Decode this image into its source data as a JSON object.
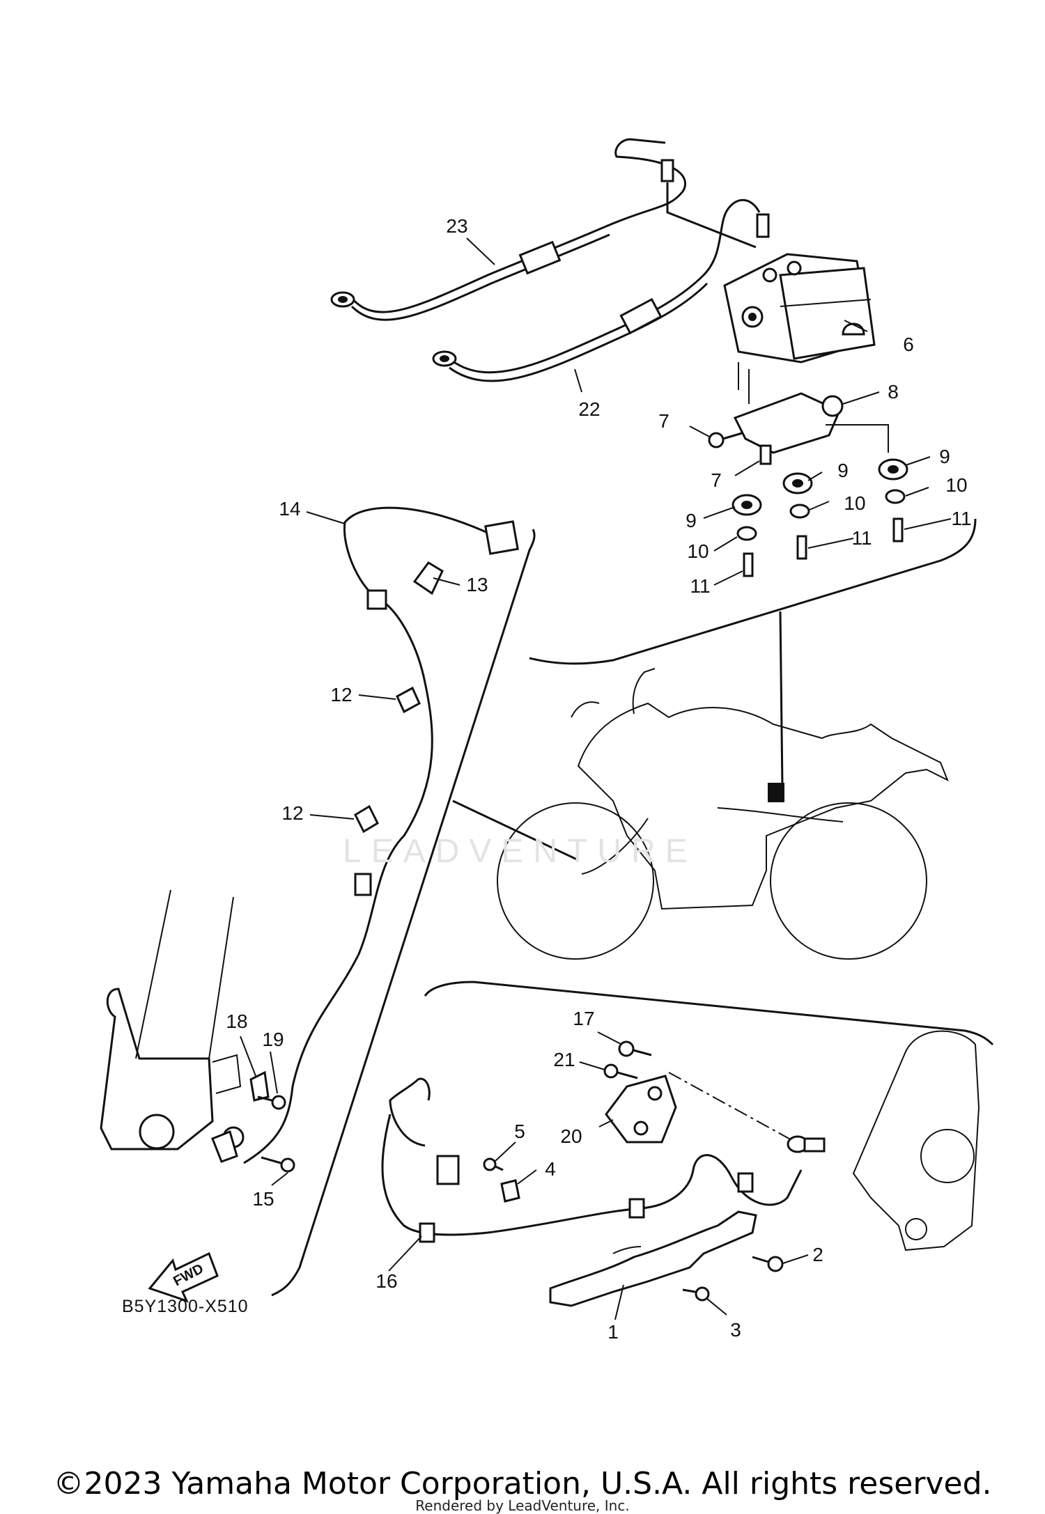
{
  "diagram": {
    "callouts": [
      {
        "id": "c23",
        "text": "23"
      },
      {
        "id": "c22",
        "text": "22"
      },
      {
        "id": "c6",
        "text": "6"
      },
      {
        "id": "c8",
        "text": "8"
      },
      {
        "id": "c7a",
        "text": "7"
      },
      {
        "id": "c7b",
        "text": "7"
      },
      {
        "id": "c9a",
        "text": "9"
      },
      {
        "id": "c9b",
        "text": "9"
      },
      {
        "id": "c9c",
        "text": "9"
      },
      {
        "id": "c10a",
        "text": "10"
      },
      {
        "id": "c10b",
        "text": "10"
      },
      {
        "id": "c10c",
        "text": "10"
      },
      {
        "id": "c11a",
        "text": "11"
      },
      {
        "id": "c11b",
        "text": "11"
      },
      {
        "id": "c11c",
        "text": "11"
      },
      {
        "id": "c14",
        "text": "14"
      },
      {
        "id": "c13",
        "text": "13"
      },
      {
        "id": "c12a",
        "text": "12"
      },
      {
        "id": "c12b",
        "text": "12"
      },
      {
        "id": "c18",
        "text": "18"
      },
      {
        "id": "c19",
        "text": "19"
      },
      {
        "id": "c15",
        "text": "15"
      },
      {
        "id": "c17",
        "text": "17"
      },
      {
        "id": "c21",
        "text": "21"
      },
      {
        "id": "c20",
        "text": "20"
      },
      {
        "id": "c5",
        "text": "5"
      },
      {
        "id": "c4",
        "text": "4"
      },
      {
        "id": "c16",
        "text": "16"
      },
      {
        "id": "c2",
        "text": "2"
      },
      {
        "id": "c1",
        "text": "1"
      },
      {
        "id": "c3",
        "text": "3"
      }
    ],
    "fwd_label": "FWD",
    "diagram_code": "B5Y1300-X510",
    "watermark": "LEADVENTURE",
    "copyright": "©2023 Yamaha Motor Corporation, U.S.A. All rights reserved.",
    "rendered_by": "Rendered by LeadVenture, Inc."
  }
}
